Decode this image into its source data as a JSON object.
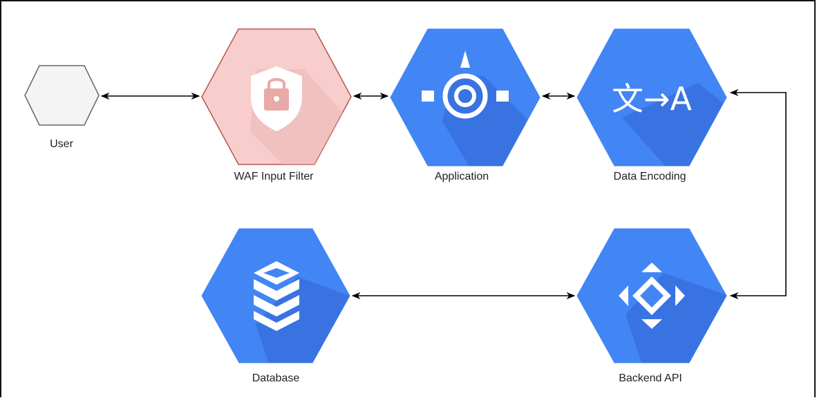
{
  "nodes": {
    "user": {
      "label": "User",
      "icon": "user-hexagon-icon",
      "color": "#f4f4f4"
    },
    "waf": {
      "label": "WAF Input Filter",
      "icon": "lock-shield-icon",
      "color": "#f8cecc"
    },
    "application": {
      "label": "Application",
      "icon": "app-engine-icon",
      "color": "#4285f4"
    },
    "encoding": {
      "label": "Data Encoding",
      "icon": "translate-icon",
      "color": "#4285f4"
    },
    "database": {
      "label": "Database",
      "icon": "database-icon",
      "color": "#4285f4"
    },
    "backend": {
      "label": "Backend API",
      "icon": "api-endpoints-icon",
      "color": "#4285f4"
    }
  },
  "icon_text": {
    "translate": "文→A"
  },
  "colors": {
    "blue": "#4285f4",
    "blue_shadow": "#3367d6",
    "waf_fill": "#f8cecc",
    "waf_stroke": "#b85450",
    "user_fill": "#f4f4f4",
    "user_stroke": "#666666",
    "connector": "#000000"
  }
}
